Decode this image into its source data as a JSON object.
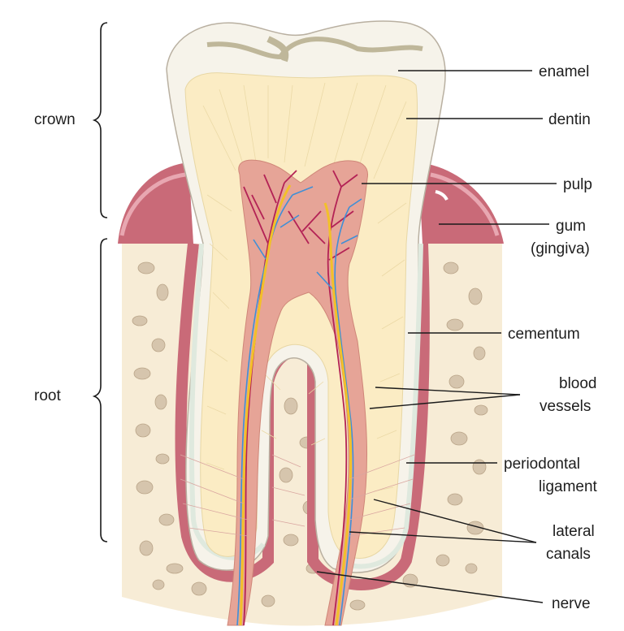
{
  "diagram": {
    "labels": {
      "crown": "crown",
      "root": "root",
      "enamel": "enamel",
      "dentin": "dentin",
      "pulp": "pulp",
      "gum_line1": "gum",
      "gum_line2": "(gingiva)",
      "cementum": "cementum",
      "blood_vessels_line1": "blood",
      "blood_vessels_line2": "vessels",
      "periodontal_line1": "periodontal",
      "periodontal_line2": "ligament",
      "lateral_canals_line1": "lateral",
      "lateral_canals_line2": "canals",
      "nerve": "nerve"
    },
    "colors": {
      "enamel": "#f6f3ea",
      "dentin": "#fbecc4",
      "pulp": "#e6a497",
      "gum": "#c96a78",
      "bone": "#f7ecd6",
      "bone_cavity": "#d6c5ad",
      "cementum": "#eef3ec",
      "artery": "#b32255",
      "vein": "#3f8fd6",
      "nerve": "#f2c029"
    }
  }
}
